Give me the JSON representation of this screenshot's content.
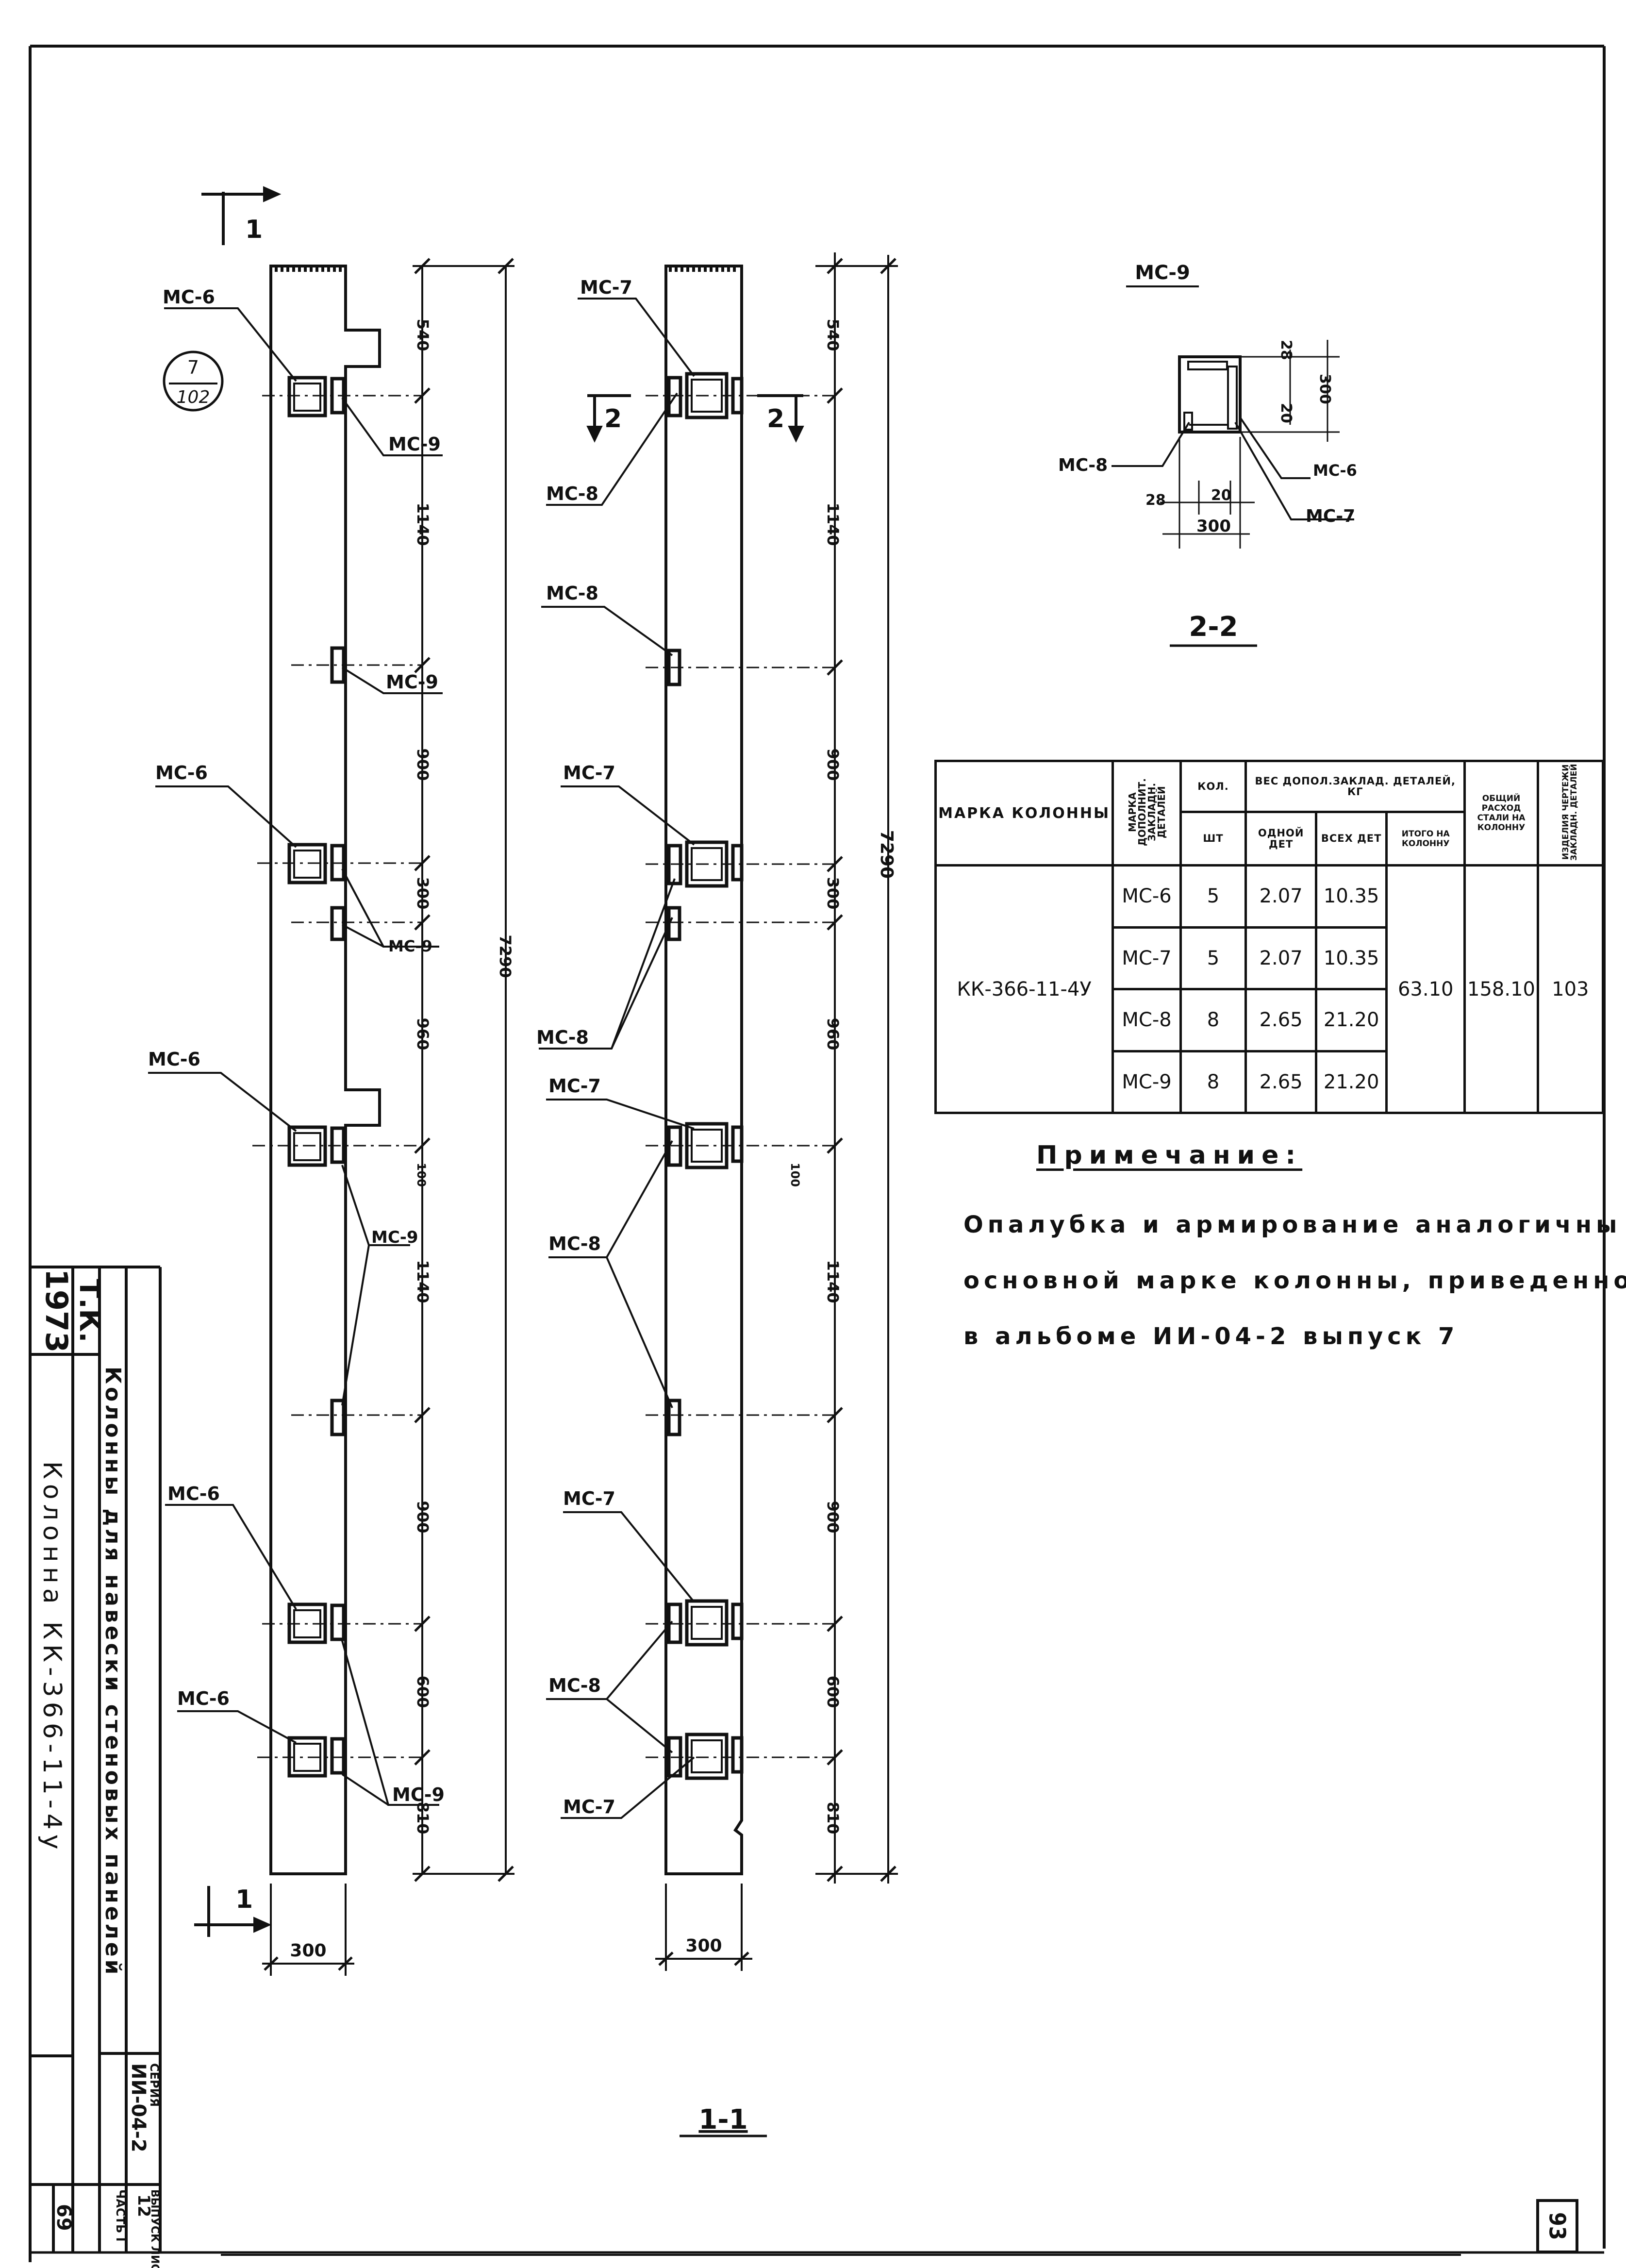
{
  "drawing": {
    "col_left": {
      "labels": [
        "МС-6",
        "МС-9",
        "МС-9",
        "МС-6",
        "МС-9",
        "МС-6",
        "МС-9",
        "МС-6",
        "МС-6",
        "МС-9"
      ],
      "dims": [
        "540",
        "1140",
        "900",
        "300",
        "960",
        "100",
        "1140",
        "900",
        "600",
        "810"
      ],
      "total": "7290",
      "width": "300",
      "section_mark": "1",
      "ref_num": "7",
      "ref_den": "102"
    },
    "col_right": {
      "labels": [
        "МС-7",
        "МС-8",
        "МС-8",
        "МС-7",
        "МС-8",
        "МС-7",
        "МС-8",
        "МС-7",
        "МС-8",
        "МС-7"
      ],
      "dims": [
        "540",
        "1140",
        "900",
        "300",
        "960",
        "100",
        "1140",
        "900",
        "600",
        "810"
      ],
      "total": "7290",
      "width": "300",
      "section_mark": "2"
    },
    "section_11_title": "1-1",
    "section_22": {
      "title": "2-2",
      "header": "МС-9",
      "labels": [
        "МС-8",
        "МС-6",
        "МС-7"
      ],
      "dims": [
        "28",
        "300",
        "20",
        "28",
        "20",
        "300"
      ]
    }
  },
  "table": {
    "headers": {
      "mark": "МАРКА КОЛОННЫ",
      "extra_mark": "МАРКА ДОПОЛНИТ. ЗАКЛАДН. ДЕТАЛЕЙ",
      "qty": "КОЛ.",
      "qty_unit": "ШТ",
      "weight": "ВЕС ДОПОЛ.ЗАКЛАД. ДЕТАЛЕЙ, КГ",
      "one": "ОДНОЙ ДЕТ",
      "all": "ВСЕХ ДЕТ",
      "total_col": "ИТОГО НА КОЛОННУ",
      "steel": "ОБЩИЙ РАСХОД СТАЛИ НА КОЛОННУ",
      "drawing": "ИЗДЕЛИЯ ЧЕРТЕЖИ ЗАКЛАДН. ДЕТАЛЕЙ"
    },
    "column_mark": "КК-366-11-4У",
    "rows": [
      {
        "mark": "МС-6",
        "qty": "5",
        "one": "2.07",
        "all": "10.35"
      },
      {
        "mark": "МС-7",
        "qty": "5",
        "one": "2.07",
        "all": "10.35"
      },
      {
        "mark": "МС-8",
        "qty": "8",
        "one": "2.65",
        "all": "21.20"
      },
      {
        "mark": "МС-9",
        "qty": "8",
        "one": "2.65",
        "all": "21.20"
      }
    ],
    "total_column": "63.10",
    "steel_total": "158.10",
    "drawing_ref": "103"
  },
  "note": {
    "title": "Примечание:",
    "lines": [
      "Опалубка и армирование аналогичны",
      "основной марке колонны, приведенной",
      "в альбоме ИИ-04-2 выпуск 7"
    ]
  },
  "title_block": {
    "year": "1973",
    "org": "Т.К.",
    "title1": "Колонны для навески стеновых панелей",
    "title2": "Колонна КК-366-11-4у",
    "series_label": "СЕРИЯ",
    "series": "ИИ-04-2",
    "issue_label": "ВЫПУСК ЛИСТ",
    "issue": "12",
    "part": "ЧАСТЬ I",
    "sheet": "69"
  },
  "page_number": "93"
}
